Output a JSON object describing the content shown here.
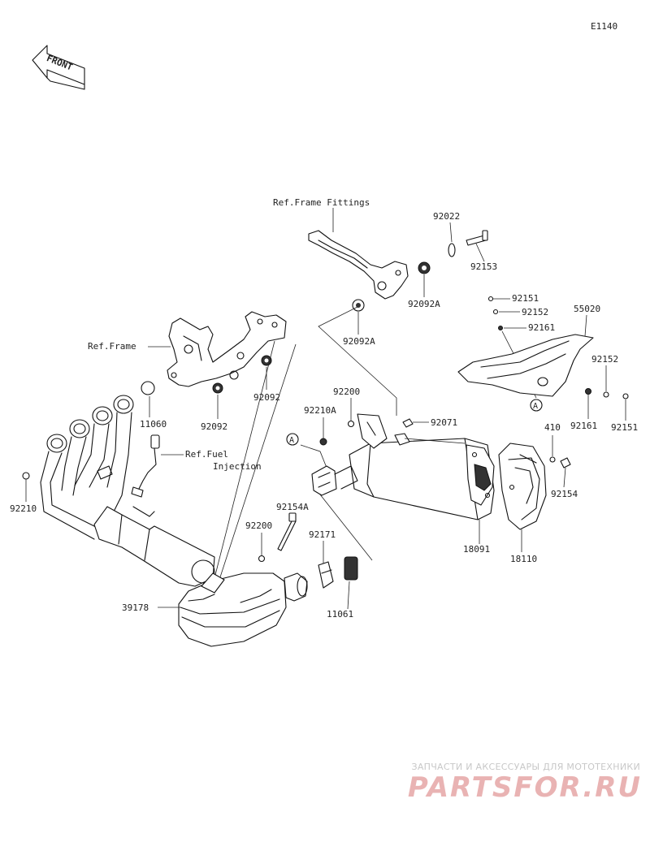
{
  "diagram": {
    "code": "E1140",
    "front_label": "FRONT",
    "refs": {
      "frame_fittings": "Ref.Frame Fittings",
      "frame": "Ref.Frame",
      "fuel_line1": "Ref.Fuel",
      "fuel_line2": "Injection"
    },
    "callout_marker": "A",
    "parts": {
      "p92022": "92022",
      "p92153": "92153",
      "p92092A_1": "92092A",
      "p92092A_2": "92092A",
      "p92151_1": "92151",
      "p92152_1": "92152",
      "p92161_1": "92161",
      "p55020": "55020",
      "p92152_2": "92152",
      "p92161_2": "92161",
      "p92151_2": "92151",
      "p11060": "11060",
      "p92092_1": "92092",
      "p92092_2": "92092",
      "p92200_1": "92200",
      "p92210A": "92210A",
      "p92071": "92071",
      "p410": "410",
      "p92154": "92154",
      "p92210": "92210",
      "p92154A": "92154A",
      "p92200_2": "92200",
      "p92171": "92171",
      "p18091": "18091",
      "p18110": "18110",
      "p39178": "39178",
      "p11061": "11061"
    }
  },
  "watermark": {
    "line1": "ЗАПЧАСТИ И АКСЕССУАРЫ ДЛЯ МОТОТЕХНИКИ",
    "line2": "PARTSFOR.RU"
  }
}
